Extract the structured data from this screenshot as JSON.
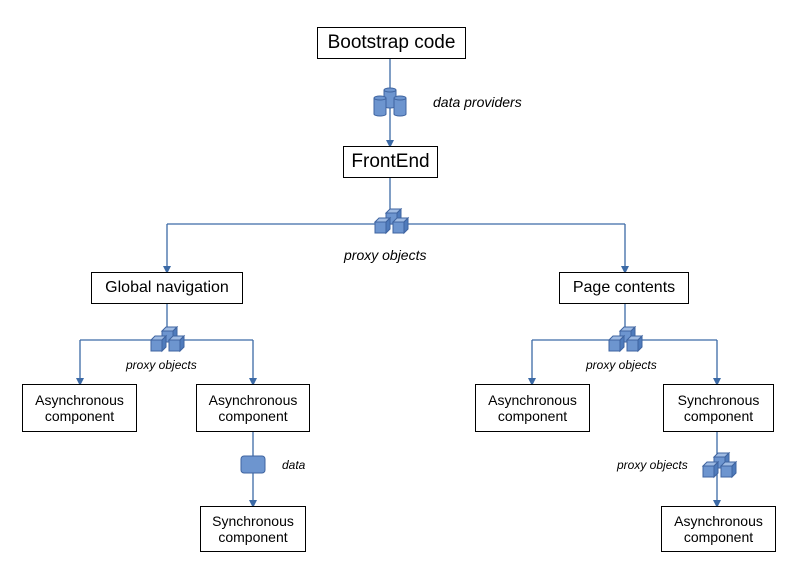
{
  "colors": {
    "line": "#3c6aa6",
    "icon_fill": "#6d95cf",
    "icon_stroke": "#3f64a0"
  },
  "nodes": {
    "bootstrap": "Bootstrap code",
    "frontend": "FrontEnd",
    "global_nav": "Global navigation",
    "page_contents": "Page contents",
    "left_async_1": [
      "Asynchronous",
      "component"
    ],
    "left_async_2": [
      "Asynchronous",
      "component"
    ],
    "left_sync": [
      "Synchronous",
      "component"
    ],
    "right_async_1": [
      "Asynchronous",
      "component"
    ],
    "right_sync": [
      "Synchronous",
      "component"
    ],
    "right_async_2": [
      "Asynchronous",
      "component"
    ]
  },
  "labels": {
    "data_providers": "data providers",
    "proxy_objects_main": "proxy objects",
    "proxy_objects_left": "proxy objects",
    "proxy_objects_right": "proxy objects",
    "data": "data",
    "proxy_objects_bottom": "proxy objects"
  },
  "icons": {
    "data_providers": "database-cylinders-icon",
    "proxy_objects": "proxy-cubes-icon",
    "data": "data-block-icon"
  }
}
